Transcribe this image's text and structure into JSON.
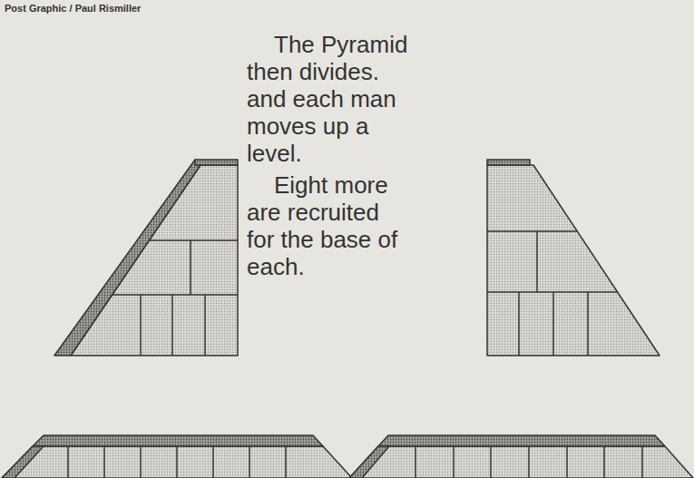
{
  "diagram": {
    "labels": [
      "Post Graphic / Paul Rismiller",
      "The Pyramid then divides. and each man moves up a level.",
      "Eight more are recruited for the base of each."
    ]
  }
}
